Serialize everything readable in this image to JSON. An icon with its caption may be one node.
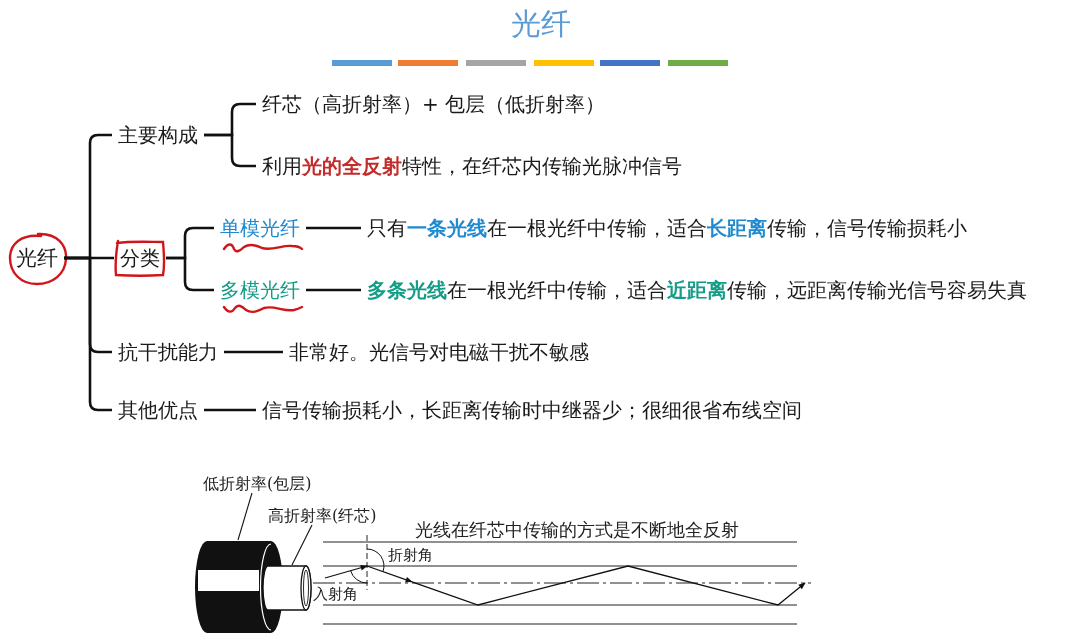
{
  "diagram": {
    "title": "光纤",
    "nodes": [
      {
        "text": [
          "光纤"
        ]
      },
      {
        "text": [
          "主要构成"
        ]
      },
      {
        "text": [
          "纤芯（高折射率）+ 包层（低折射率）"
        ]
      },
      {
        "text": [
          "利用**光的全反射**特性，在纤芯内传输光脉冲信号"
        ]
      },
      {
        "text": [
          "分类"
        ]
      },
      {
        "text": [
          "单模光纤"
        ]
      },
      {
        "text": [
          "只有**一条光线**在一根光纤中传输，适合**长距离**传输，信号传输损耗小"
        ]
      },
      {
        "text": [
          "多模光纤"
        ]
      },
      {
        "text": [
          "**多条光线**在一根光纤中传输，适合**近距离**传输，远距离传输光信号容易失真"
        ]
      },
      {
        "text": [
          "抗干扰能力"
        ]
      },
      {
        "text": [
          "非常好。光信号对电磁干扰不敏感"
        ]
      },
      {
        "text": [
          "其他优点"
        ]
      },
      {
        "text": [
          "信号传输损耗小，长距离传输时中继器少；很细很省布线空间"
        ]
      },
      {
        "text": [
          "低折射率(包层)"
        ]
      },
      {
        "text": [],
        "shape": "cylinder"
      },
      {
        "text": [
          "高折射率(纤芯)"
        ]
      },
      {
        "text": [],
        "shape": "cylinder"
      }
    ],
    "edges": [
      {
        "from": 0,
        "to": 1,
        "arrow": "none"
      },
      {
        "from": 0,
        "to": 4,
        "arrow": "none"
      },
      {
        "from": 0,
        "to": 9,
        "arrow": "none"
      },
      {
        "from": 0,
        "to": 11,
        "arrow": "none"
      },
      {
        "from": 1,
        "to": 2,
        "arrow": "none"
      },
      {
        "from": 1,
        "to": 3,
        "arrow": "none"
      },
      {
        "from": 4,
        "to": 5,
        "arrow": "none"
      },
      {
        "from": 4,
        "to": 7,
        "arrow": "none"
      },
      {
        "from": 5,
        "to": 6,
        "arrow": "none"
      },
      {
        "from": 7,
        "to": 8,
        "arrow": "none"
      },
      {
        "from": 9,
        "to": 10,
        "arrow": "none"
      },
      {
        "from": 11,
        "to": 12,
        "arrow": "none"
      },
      {
        "from": 13,
        "to": 14,
        "arrow": "none"
      },
      {
        "from": 15,
        "to": 16,
        "arrow": "none"
      }
    ],
    "labels": [
      "光线在纤芯中传输的方式是不断地全反射",
      "折射角",
      "入射角"
    ]
  }
}
